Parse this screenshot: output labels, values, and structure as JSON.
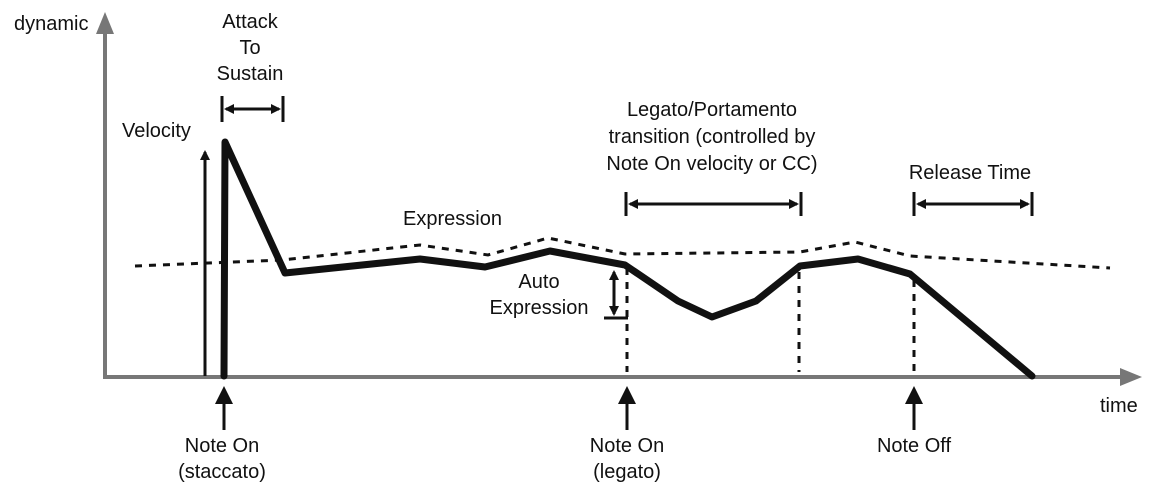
{
  "axes": {
    "y_label": "dynamic",
    "x_label": "time"
  },
  "labels": {
    "attack_line1": "Attack",
    "attack_line2": "To",
    "attack_line3": "Sustain",
    "velocity": "Velocity",
    "expression": "Expression",
    "auto_expression_line1": "Auto",
    "auto_expression_line2": "Expression",
    "legato_line1": "Legato/Portamento",
    "legato_line2": "transition (controlled by",
    "legato_line3": "Note On velocity or CC)",
    "release_time": "Release Time"
  },
  "events": {
    "note_on_staccato_line1": "Note On",
    "note_on_staccato_line2": "(staccato)",
    "note_on_legato_line1": "Note On",
    "note_on_legato_line2": "(legato)",
    "note_off": "Note Off"
  },
  "colors": {
    "ink": "#111111",
    "axis": "#777777"
  }
}
